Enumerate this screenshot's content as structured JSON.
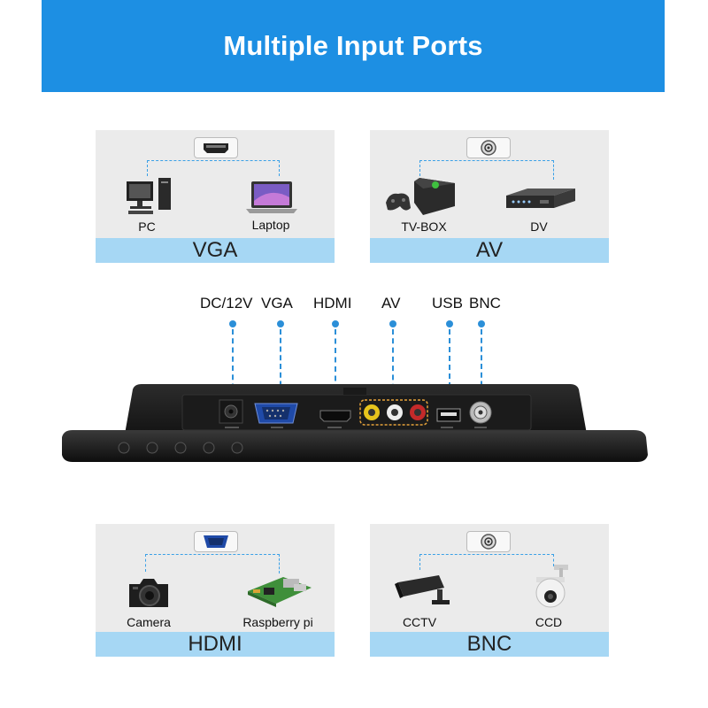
{
  "banner": {
    "title": "Multiple Input Ports"
  },
  "cards": {
    "vga": {
      "label": "VGA",
      "device_a": "PC",
      "device_b": "Laptop"
    },
    "av": {
      "label": "AV",
      "device_a": "TV-BOX",
      "device_b": "DV"
    },
    "hdmi": {
      "label": "HDMI",
      "device_a": "Camera",
      "device_b": "Raspberry pi"
    },
    "bnc": {
      "label": "BNC",
      "device_a": "CCTV",
      "device_b": "CCD"
    }
  },
  "ports": {
    "dc": "DC/12V",
    "vga": "VGA",
    "hdmi": "HDMI",
    "av": "AV",
    "usb": "USB",
    "bnc": "BNC"
  },
  "colors": {
    "banner": "#1d8fe3",
    "card_bg": "#ebebeb",
    "card_label_bg": "#a6d7f4",
    "pointer": "#2b8fd8"
  },
  "icons": [
    "hdmi-port-icon",
    "rca-port-icon",
    "vga-port-icon",
    "bnc-port-icon",
    "pc-icon",
    "laptop-icon",
    "game-console-icon",
    "dvr-icon",
    "camera-icon",
    "raspberry-pi-icon",
    "cctv-camera-icon",
    "dome-camera-icon"
  ]
}
